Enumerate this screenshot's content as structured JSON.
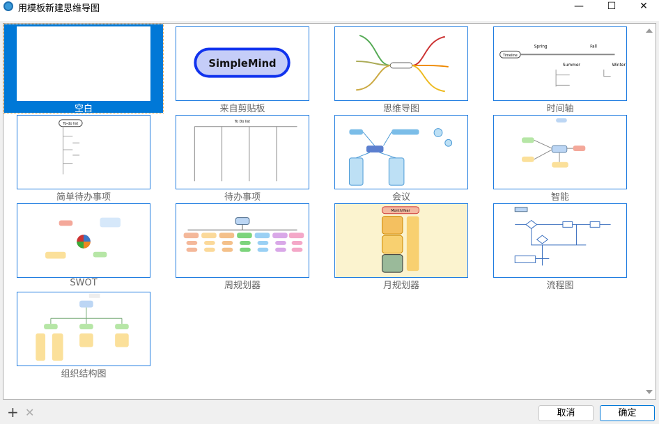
{
  "window": {
    "title": "用模板新建思维导图",
    "minimize": "—",
    "maximize": "☐",
    "close": "✕"
  },
  "templates": [
    {
      "label": "空白",
      "selected": true
    },
    {
      "label": "来自剪贴板",
      "preview_text": "SimpleMind"
    },
    {
      "label": "思维导图"
    },
    {
      "label": "时间轴",
      "preview": {
        "root": "Timeline",
        "seasons": [
          "Spring",
          "Summer",
          "Fall",
          "Winter"
        ]
      }
    },
    {
      "label": "简单待办事项",
      "preview": {
        "root": "To-do list"
      }
    },
    {
      "label": "待办事项",
      "preview": {
        "root": "To Do list"
      }
    },
    {
      "label": "会议"
    },
    {
      "label": "智能"
    },
    {
      "label": "SWOT"
    },
    {
      "label": "周规划器"
    },
    {
      "label": "月规划器",
      "preview": {
        "root": "Month/Year"
      }
    },
    {
      "label": "流程图"
    },
    {
      "label": "组织结构图"
    }
  ],
  "footer": {
    "add_icon": "+",
    "remove_icon": "✕",
    "cancel": "取消",
    "ok": "确定"
  },
  "colors": {
    "accent": "#0078d7",
    "thumb_border": "#1e7be0"
  }
}
